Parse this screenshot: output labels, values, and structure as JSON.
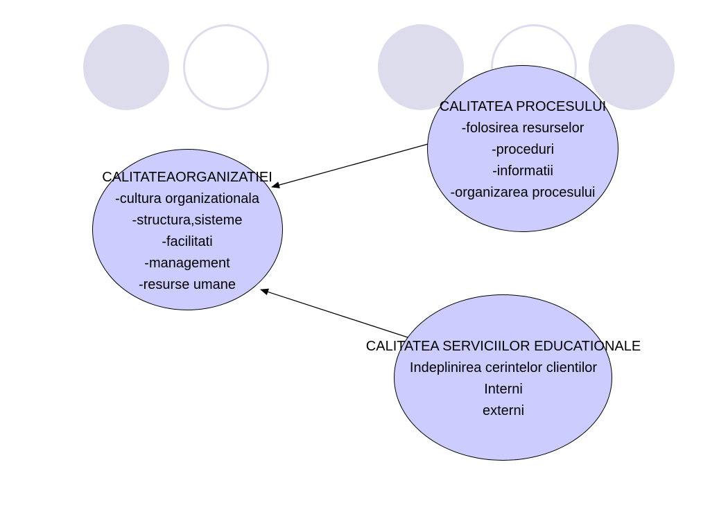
{
  "colors": {
    "node_fill": "#ccccff",
    "decor_circle": "#dcdcec",
    "outline": "#000000"
  },
  "nodes": {
    "organizatie": {
      "title": "CALITATEAORGANIZATIEI",
      "items": [
        "-cultura organizationala",
        "-structura,sisteme",
        "-facilitati",
        "-management",
        "-resurse umane"
      ]
    },
    "proces": {
      "title": "CALITATEA PROCESULUI",
      "items": [
        "-folosirea resurselor",
        "-proceduri",
        "-informatii",
        "-organizarea procesului"
      ]
    },
    "servicii": {
      "title": "CALITATEA SERVICIILOR EDUCATIONALE",
      "items": [
        "Indeplinirea cerintelor clientilor",
        "Interni",
        "externi"
      ]
    }
  },
  "edges": [
    {
      "from": "proces",
      "to": "organizatie"
    },
    {
      "from": "servicii",
      "to": "organizatie"
    }
  ]
}
